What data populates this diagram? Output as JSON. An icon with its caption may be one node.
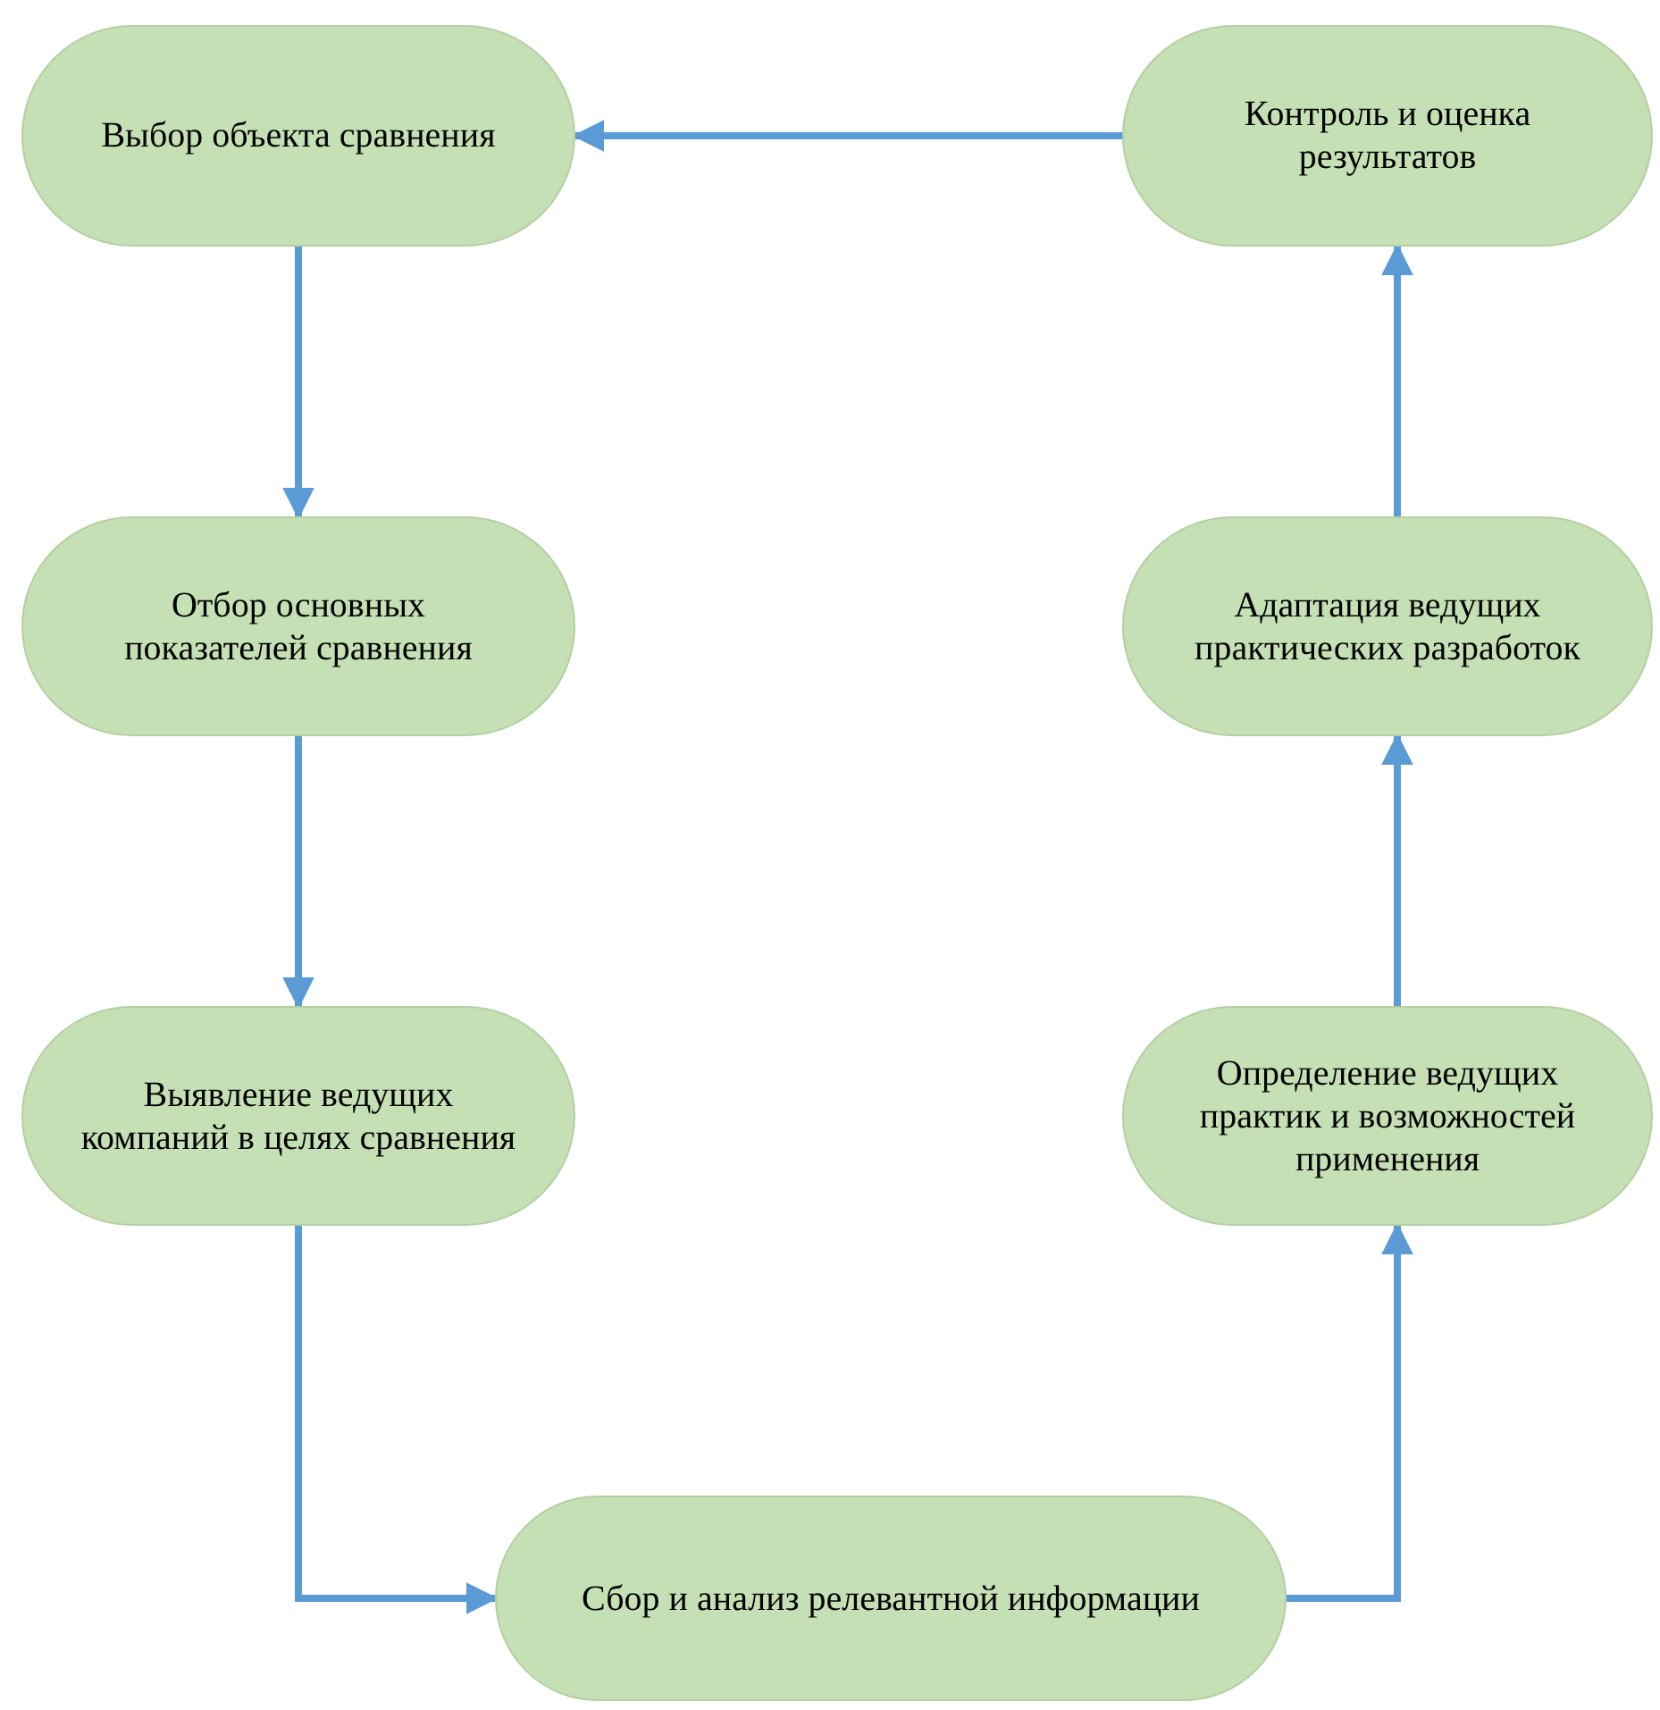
{
  "diagram": {
    "nodes": [
      {
        "text": [
          "Выбор объекта сравнения"
        ]
      },
      {
        "text": [
          "Отбор основных показателей сравнения"
        ]
      },
      {
        "text": [
          "Выявление ведущих компаний в целях сравнения"
        ]
      },
      {
        "text": [
          "Сбор и анализ релевантной информации"
        ]
      },
      {
        "text": [
          "Определение ведущих практик и возможностей применения"
        ]
      },
      {
        "text": [
          "Адаптация ведущих практических разработок"
        ]
      },
      {
        "text": [
          "Контроль и оценка результатов"
        ]
      }
    ],
    "edges": [
      {
        "from": 6,
        "to": 0,
        "arrow": "to"
      },
      {
        "from": 0,
        "to": 1,
        "arrow": "to"
      },
      {
        "from": 1,
        "to": 2,
        "arrow": "to"
      },
      {
        "from": 2,
        "to": 3,
        "arrow": "to"
      },
      {
        "from": 3,
        "to": 4,
        "arrow": "to"
      },
      {
        "from": 4,
        "to": 5,
        "arrow": "to"
      },
      {
        "from": 5,
        "to": 6,
        "arrow": "to"
      }
    ]
  }
}
